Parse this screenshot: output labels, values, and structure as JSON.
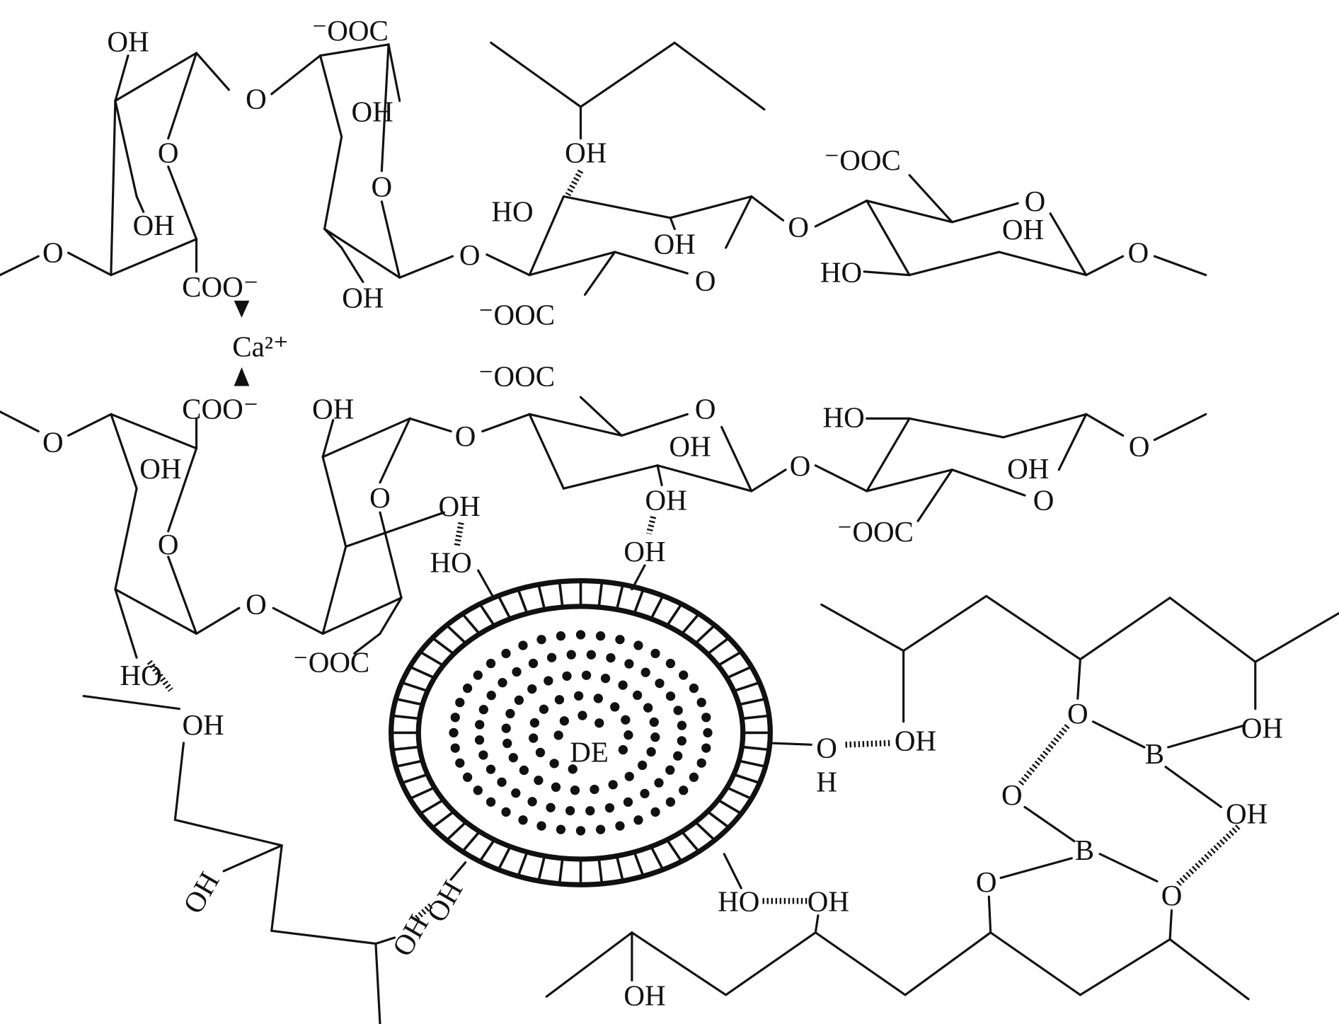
{
  "title": "Alginate / PVA-borate / diatomaceous earth hydrogen-bonded network",
  "colors": {
    "ink": "#111111",
    "background": "#ffffff"
  },
  "core_label": "DE",
  "labels": [
    "OH",
    "O",
    "O",
    "OH",
    "O",
    "COO⁻",
    "⁻OOC",
    "OH",
    "O",
    "OH",
    "O",
    "OH",
    "HO",
    "OH",
    "O",
    "⁻OOC",
    "⁻OOC",
    "O",
    "OH",
    "O",
    "HO",
    "O",
    "Ca²⁺",
    "COO⁻",
    "OH",
    "⁻OOC",
    "O",
    "O",
    "OH",
    "HO",
    "O",
    "OH",
    "O",
    "O",
    "⁻OOC",
    "O",
    "OH",
    "O",
    "O",
    "OH",
    "HO",
    "OH",
    "OH",
    "O",
    "⁻OOC",
    "HO",
    "OH",
    "O",
    "H",
    "OH",
    "O",
    "OH",
    "B",
    "O",
    "OH",
    "B",
    "O",
    "O",
    "HO",
    "OH",
    "OH",
    "OH",
    "OH",
    "OH"
  ]
}
